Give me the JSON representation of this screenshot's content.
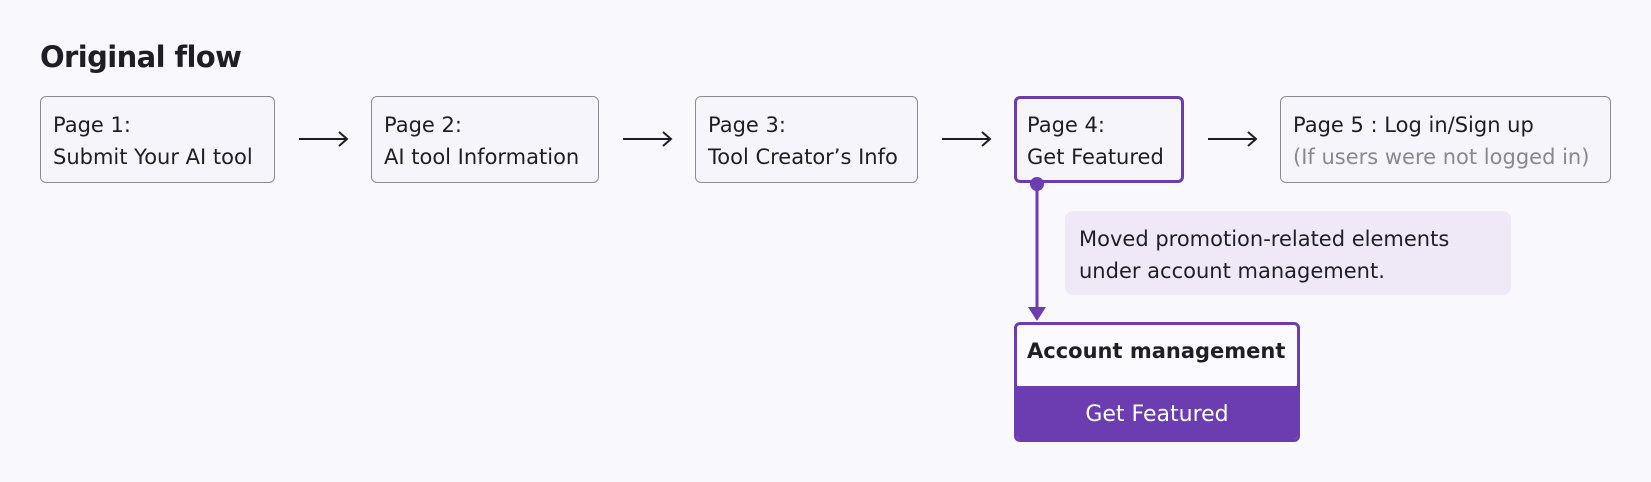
{
  "title": "Original flow",
  "steps": [
    {
      "line1": "Page 1:",
      "line2": "Submit Your AI tool"
    },
    {
      "line1": "Page 2:",
      "line2": "AI tool Information"
    },
    {
      "line1": "Page 3:",
      "line2": "Tool Creator’s Info"
    },
    {
      "line1": "Page 4:",
      "line2": "Get Featured"
    },
    {
      "line1": "Page 5 : Log in/Sign up",
      "line2": "(If users were not logged in)"
    }
  ],
  "note": {
    "line1": "Moved promotion-related elements",
    "line2": "under account management."
  },
  "account": {
    "title": "Account management",
    "button_label": "Get Featured"
  },
  "colors": {
    "accent": "#6c3db1",
    "note_bg": "#efe9f7",
    "background": "#f9f8fd"
  }
}
